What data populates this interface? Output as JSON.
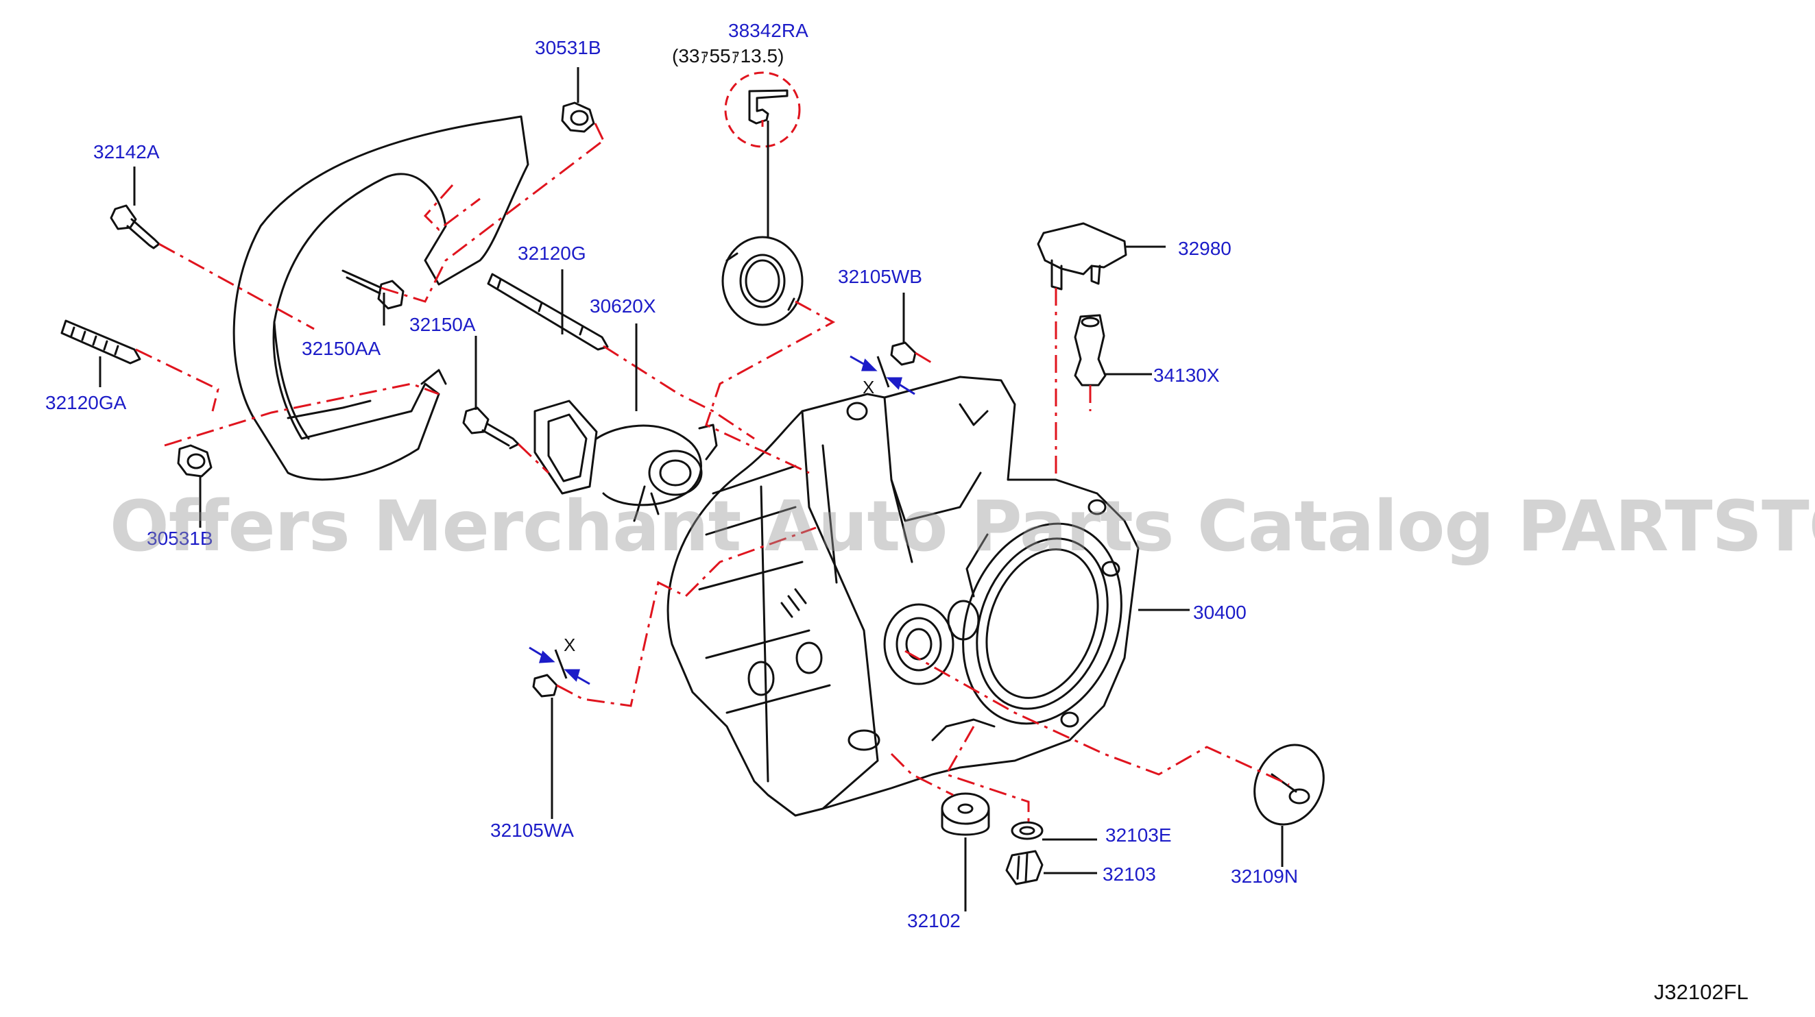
{
  "parts": {
    "p30531b_top": "30531B",
    "p38342ra": "38342RA",
    "p38342ra_spec": "(33ｧ55ｧ13.5)",
    "p32142a": "32142A",
    "p32120g": "32120G",
    "p32105wb": "32105WB",
    "p32980": "32980",
    "p30620x": "30620X",
    "p32150a": "32150A",
    "p32150aa": "32150AA",
    "p32120ga": "32120GA",
    "p34130x": "34130X",
    "p30531b_bottom": "30531B",
    "p30400": "30400",
    "p32105wa": "32105WA",
    "p32103e": "32103E",
    "p32103": "32103",
    "p32102": "32102",
    "p32109n": "32109N"
  },
  "dimension_marks": {
    "x_upper": "X",
    "x_lower": "X"
  },
  "watermark": "Offers Merchant Auto Parts Catalog PARTSTORE.SA",
  "drawing_id": "J32102FL",
  "colors": {
    "label_blue": "#1c1cc8",
    "leader_red": "#e0141e",
    "line_black": "#111111"
  }
}
